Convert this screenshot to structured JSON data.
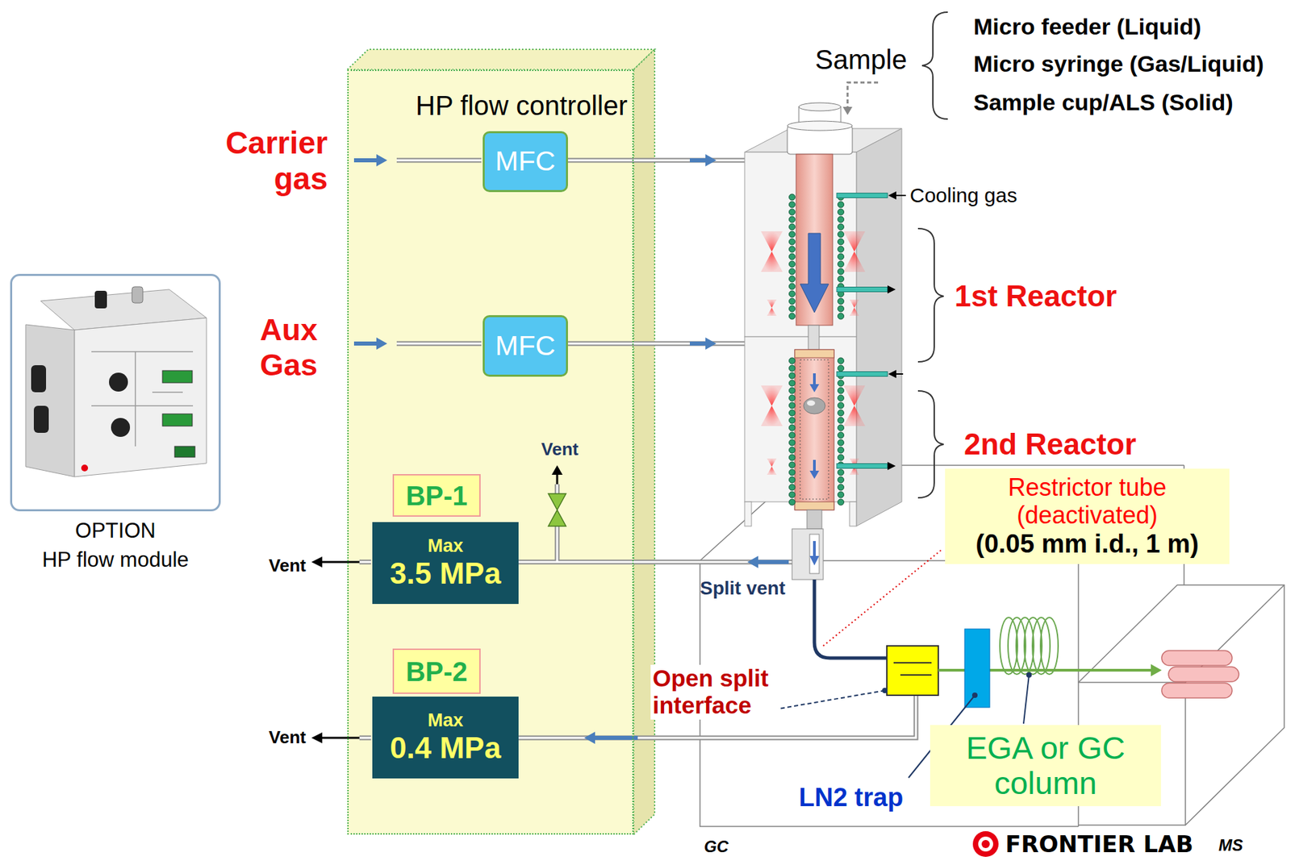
{
  "diagram": {
    "nodes": [
      {
        "text": [
          "HP flow controller"
        ]
      },
      {
        "text": [
          "MFC"
        ],
        "in": 0
      },
      {
        "text": [
          "MFC"
        ],
        "in": 0
      },
      {
        "text": [
          "BP-1"
        ],
        "in": 0
      },
      {
        "text": [
          "Max",
          "3.5 MPa"
        ],
        "in": 0
      },
      {
        "text": [
          "BP-2"
        ],
        "in": 0
      },
      {
        "text": [
          "Max",
          "0.4 MPa"
        ],
        "in": 0
      },
      {
        "text": [
          "OPTION",
          "HP flow module"
        ]
      },
      {
        "text": [
          "Restrictor tube",
          "(deactivated)",
          "(0.05 mm i.d., 1 m)"
        ]
      },
      {
        "text": [
          "EGA or GC column"
        ]
      }
    ],
    "labels": [
      "Sample",
      "Micro feeder (Liquid)",
      "Micro syringe (Gas/Liquid)",
      "Sample cup/ALS (Solid)",
      "Carrier gas",
      "Cooling gas",
      "1st Reactor",
      "Aux Gas",
      "2nd Reactor",
      "Vent",
      "Vent",
      "Split vent",
      "Open split interface",
      "Vent",
      "LN2 trap",
      "GC",
      "FRONTIER LAB",
      "MS"
    ]
  }
}
